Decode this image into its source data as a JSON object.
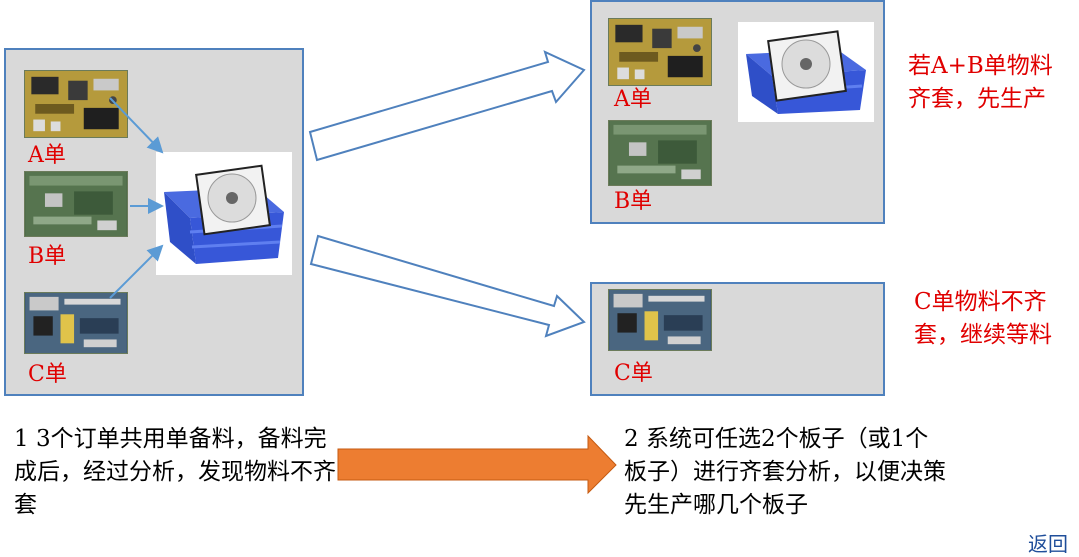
{
  "labels": {
    "a": "A单",
    "b": "B单",
    "c": "C单"
  },
  "notes": {
    "ab_ready": "若A+B单物料齐套，先生产",
    "c_wait": "C单物料不齐套，继续等料"
  },
  "captions": {
    "step1": "1 3个订单共用单备料，备料完成后，经过分析，发现物料不齐套",
    "step2": "2 系统可任选2个板子（或1个板子）进行齐套分析，以便决策先生产哪几个板子"
  },
  "nav": {
    "back": "返回"
  },
  "colors": {
    "panel_fill": "#d9d9d9",
    "panel_border": "#4f81bd",
    "label_red": "#e00000",
    "orange_arrow": "#ed7d31",
    "bin_blue": "#2f4fc8"
  }
}
